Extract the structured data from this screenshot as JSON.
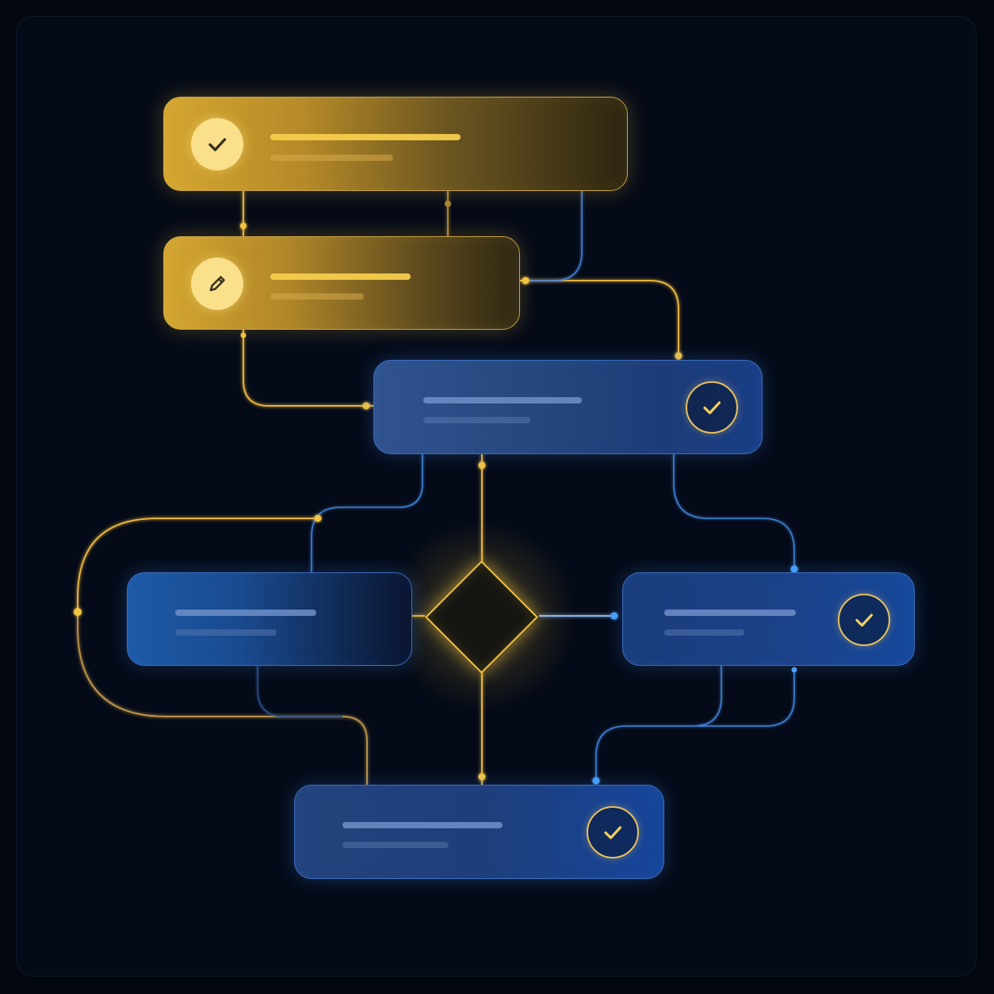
{
  "colors": {
    "background": "#02060f",
    "gold_accent": "#f5c443",
    "gold_node": "#d4a630",
    "blue_node": "#1d4a8f",
    "blue_wire": "#3f7fd6"
  },
  "nodes": [
    {
      "id": "step-1",
      "theme": "gold",
      "icon": "check-icon",
      "badge": "solid",
      "text": ""
    },
    {
      "id": "step-2",
      "theme": "gold",
      "icon": "pencil-icon",
      "badge": "solid",
      "text": ""
    },
    {
      "id": "step-3",
      "theme": "blue",
      "icon": "check-icon",
      "badge": "ring",
      "text": ""
    },
    {
      "id": "step-4",
      "theme": "blue",
      "icon": "",
      "badge": "",
      "text": ""
    },
    {
      "id": "step-5",
      "theme": "blue",
      "icon": "check-icon",
      "badge": "ring",
      "text": ""
    },
    {
      "id": "step-6",
      "theme": "blue",
      "icon": "check-icon",
      "badge": "ring",
      "text": ""
    }
  ],
  "decision": {
    "shape": "diamond",
    "text": ""
  }
}
